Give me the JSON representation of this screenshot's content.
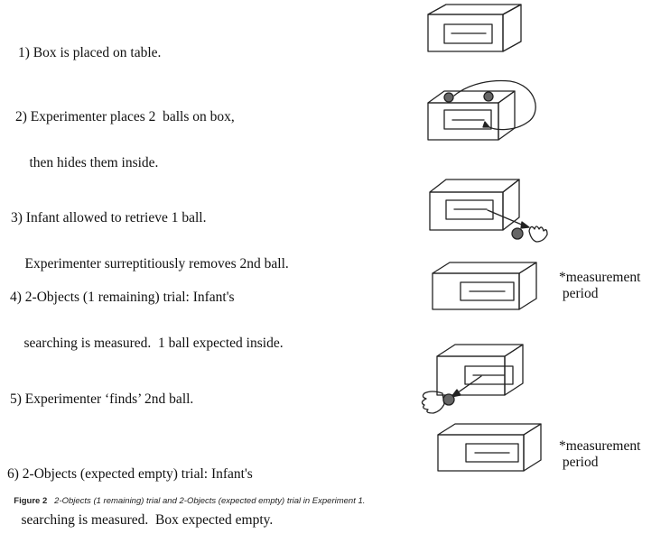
{
  "steps": [
    {
      "line1": "1) Box is placed on table.",
      "line2": ""
    },
    {
      "line1": "2) Experimenter places 2  balls on box,",
      "line2": "    then hides them inside."
    },
    {
      "line1": "3) Infant allowed to retrieve 1 ball.",
      "line2": "    Experimenter surreptitiously removes 2nd ball."
    },
    {
      "line1": "4) 2-Objects (1 remaining) trial: Infant's",
      "line2": "    searching is measured.  1 ball expected inside."
    },
    {
      "line1": "5) Experimenter ‘finds’ 2nd ball.",
      "line2": ""
    },
    {
      "line1": "6) 2-Objects (expected empty) trial: Infant's",
      "line2": "    searching is measured.  Box expected empty."
    }
  ],
  "notes": [
    {
      "text": "*measurement\n period"
    },
    {
      "text": "*measurement\n period"
    }
  ],
  "caption": {
    "label": "Figure 2",
    "text": "2-Objects (1 remaining) trial and 2-Objects (expected empty) trial in Experiment 1."
  }
}
